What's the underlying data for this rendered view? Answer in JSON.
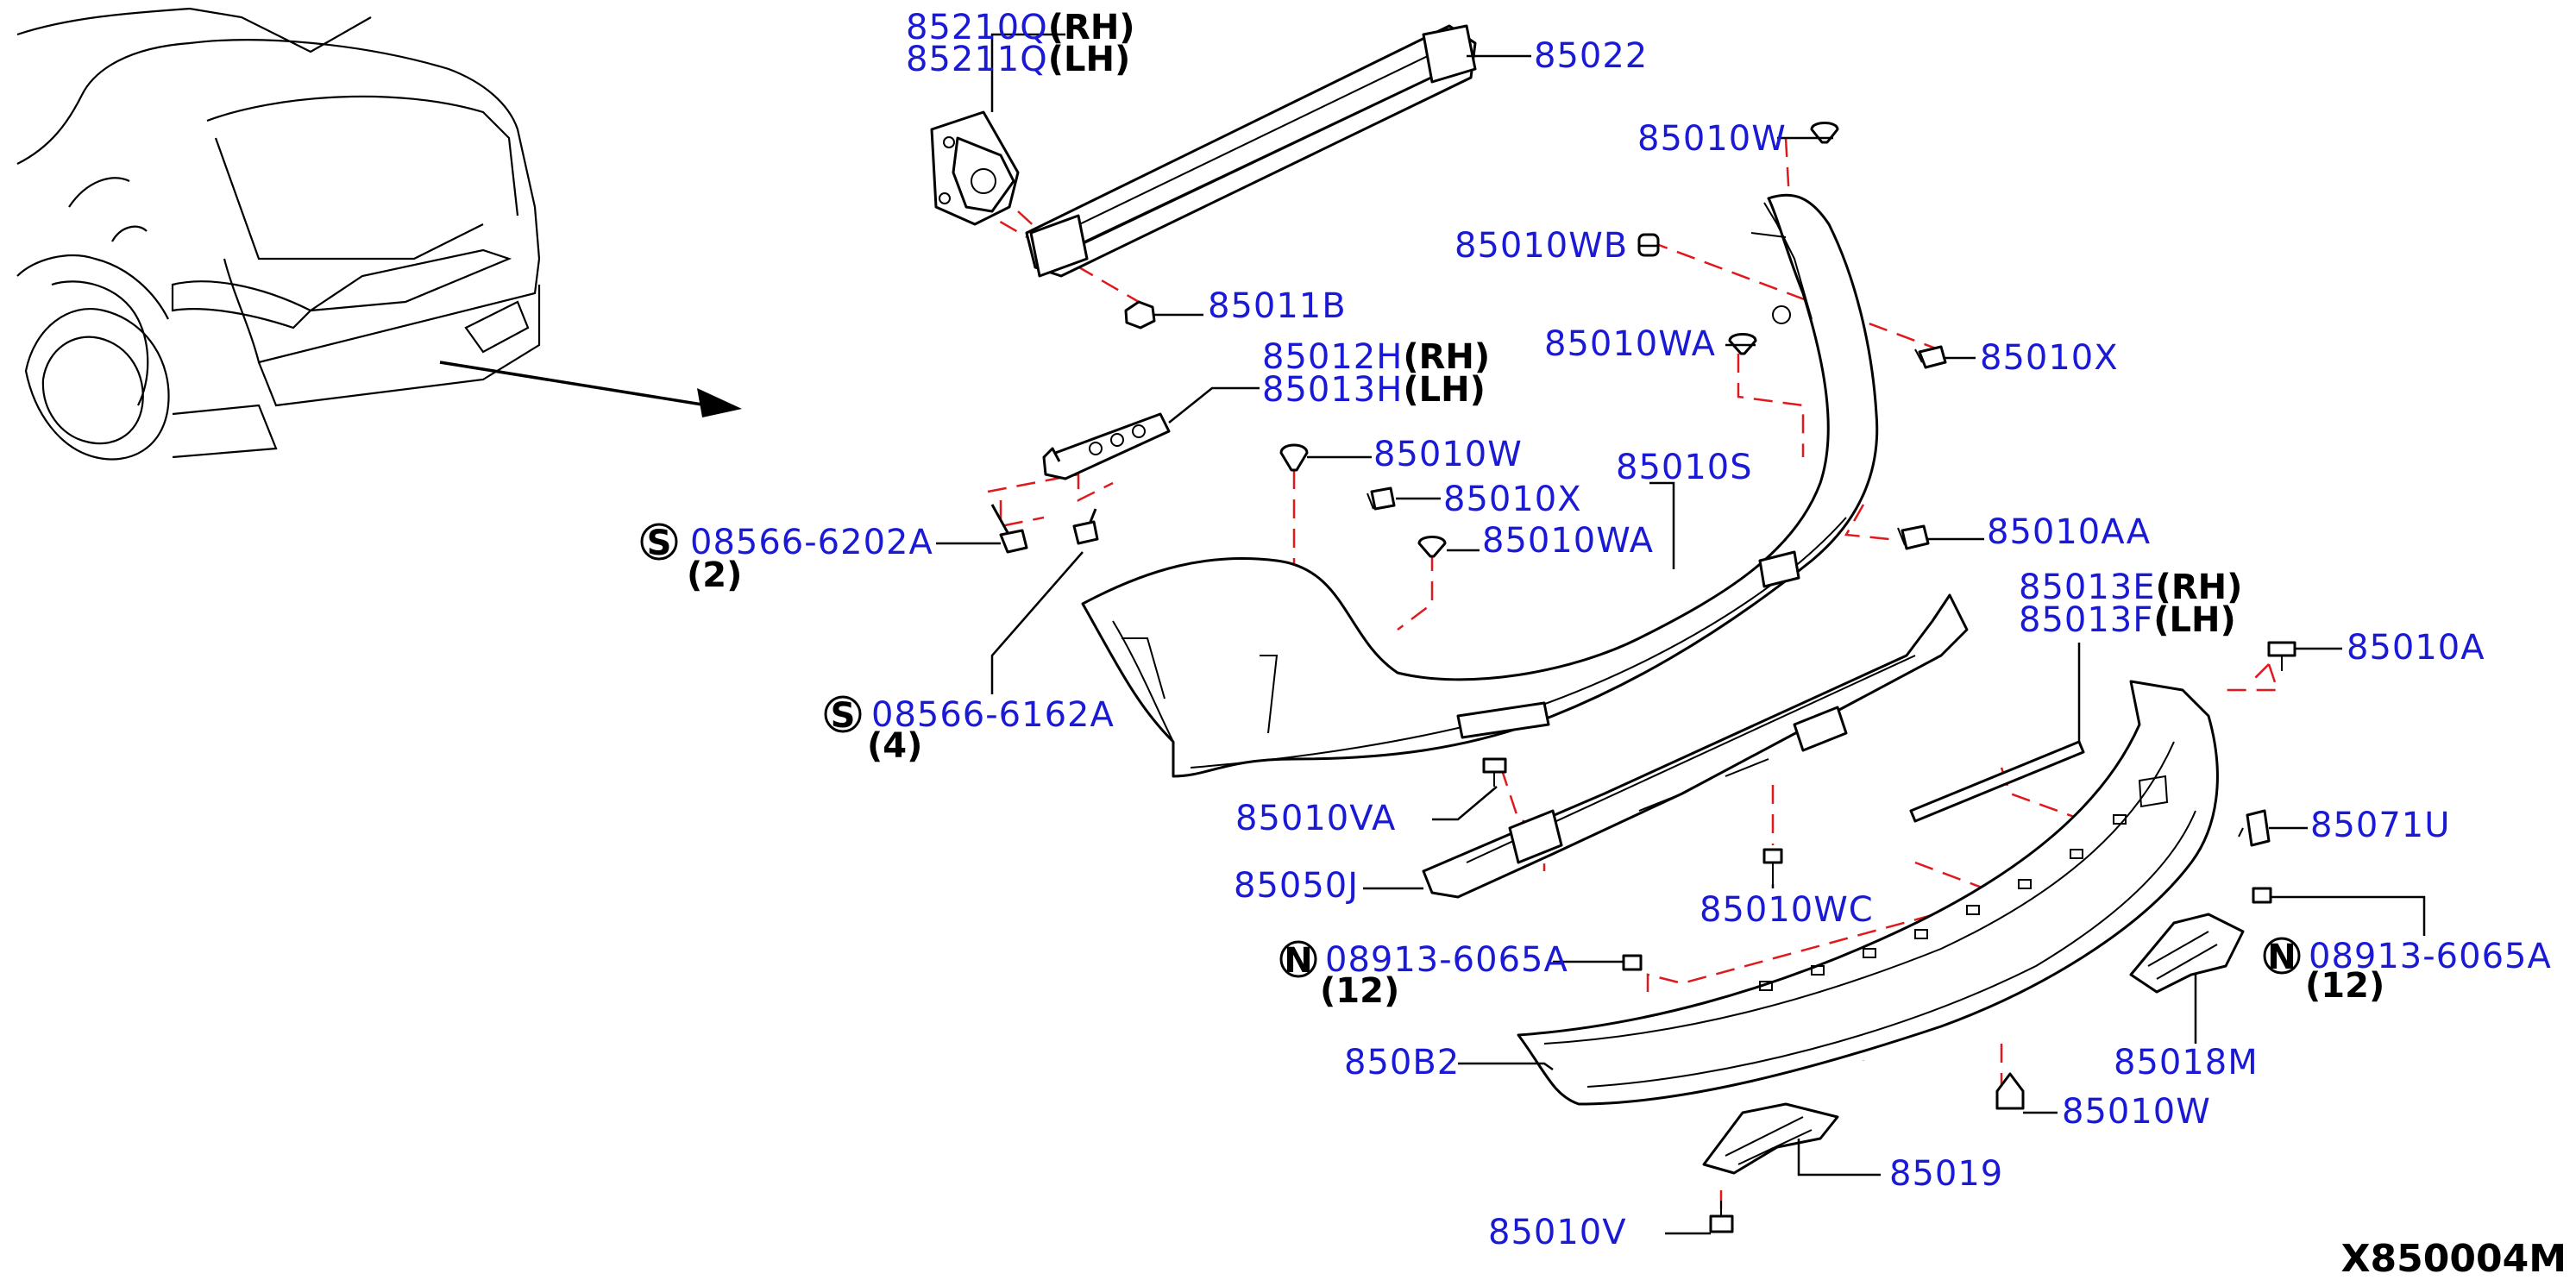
{
  "diagram_code": "X850004M",
  "colors": {
    "part_number": "#1a1ad6",
    "guide_line": "#e0191d",
    "line": "#000000"
  },
  "symbols": {
    "screw": "S",
    "nut": "N"
  },
  "labels": [
    {
      "id": "l_85210Q",
      "part": "85210Q",
      "side": "(RH)"
    },
    {
      "id": "l_85211Q",
      "part": "85211Q",
      "side": "(LH)"
    },
    {
      "id": "l_85022",
      "part": "85022"
    },
    {
      "id": "l_85011B",
      "part": "85011B"
    },
    {
      "id": "l_85012H",
      "part": "85012H",
      "side": "(RH)"
    },
    {
      "id": "l_85013H",
      "part": "85013H",
      "side": "(LH)"
    },
    {
      "id": "l_85010W_a",
      "part": "85010W"
    },
    {
      "id": "l_85010WB",
      "part": "85010WB"
    },
    {
      "id": "l_85010WA_a",
      "part": "85010WA"
    },
    {
      "id": "l_85010X_a",
      "part": "85010X"
    },
    {
      "id": "l_85010W_b",
      "part": "85010W"
    },
    {
      "id": "l_85010S",
      "part": "85010S"
    },
    {
      "id": "l_85010X_b",
      "part": "85010X"
    },
    {
      "id": "l_85010WA_b",
      "part": "85010WA"
    },
    {
      "id": "l_85010AA",
      "part": "85010AA"
    },
    {
      "id": "l_08566_6202A",
      "part": "08566-6202A",
      "qty": "(2)",
      "symbol": "S"
    },
    {
      "id": "l_08566_6162A",
      "part": "08566-6162A",
      "qty": "(4)",
      "symbol": "S"
    },
    {
      "id": "l_85013E",
      "part": "85013E",
      "side": "(RH)"
    },
    {
      "id": "l_85013F",
      "part": "85013F",
      "side": "(LH)"
    },
    {
      "id": "l_85010A",
      "part": "85010A"
    },
    {
      "id": "l_85010VA",
      "part": "85010VA"
    },
    {
      "id": "l_85071U",
      "part": "85071U"
    },
    {
      "id": "l_85050J",
      "part": "85050J"
    },
    {
      "id": "l_85010WC",
      "part": "85010WC"
    },
    {
      "id": "l_08913_6065A_a",
      "part": "08913-6065A",
      "qty": "(12)",
      "symbol": "N"
    },
    {
      "id": "l_08913_6065A_b",
      "part": "08913-6065A",
      "qty": "(12)",
      "symbol": "N"
    },
    {
      "id": "l_85018M",
      "part": "85018M"
    },
    {
      "id": "l_850B2",
      "part": "850B2"
    },
    {
      "id": "l_85010W_c",
      "part": "85010W"
    },
    {
      "id": "l_85019",
      "part": "85019"
    },
    {
      "id": "l_85010V",
      "part": "85010V"
    }
  ]
}
